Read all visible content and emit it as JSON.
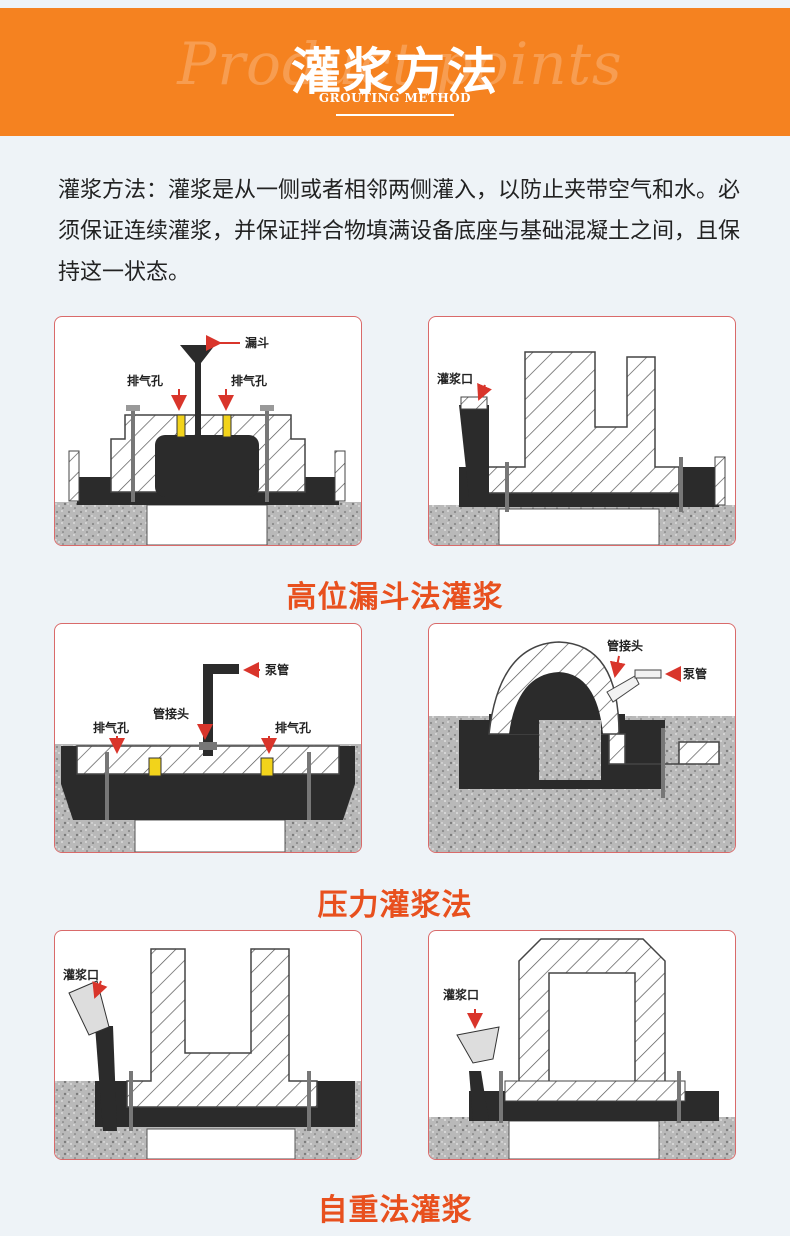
{
  "header": {
    "title": "灌浆方法",
    "subtitle": "GROUTING METHOD",
    "watermark": "Product points"
  },
  "intro_text": "灌浆方法：灌浆是从一侧或者相邻两侧灌入，以防止夹带空气和水。必须保证连续灌浆，并保证拌合物填满设备底座与基础混凝土之间，且保持这一状态。",
  "sections": [
    {
      "title": "高位漏斗法灌浆",
      "left_labels": {
        "funnel": "漏斗",
        "vent_left": "排气孔",
        "vent_right": "排气孔"
      },
      "right_labels": {
        "grout_port": "灌浆口"
      }
    },
    {
      "title": "压力灌浆法",
      "left_labels": {
        "pump_pipe": "泵管",
        "pipe_joint": "管接头",
        "vent_left": "排气孔",
        "vent_right": "排气孔"
      },
      "right_labels": {
        "pipe_joint": "管接头",
        "pump_pipe": "泵管"
      }
    },
    {
      "title": "自重法灌浆",
      "left_labels": {
        "grout_port": "灌浆口"
      },
      "right_labels": {
        "grout_port": "灌浆口"
      }
    }
  ],
  "colors": {
    "banner": "#f58220",
    "section_title": "#e8501e",
    "background": "#eef3f7",
    "grout": "#2b2b2b",
    "vent": "#f2d31b",
    "arrow": "#d9352b",
    "panel_border": "#d96a6a"
  }
}
